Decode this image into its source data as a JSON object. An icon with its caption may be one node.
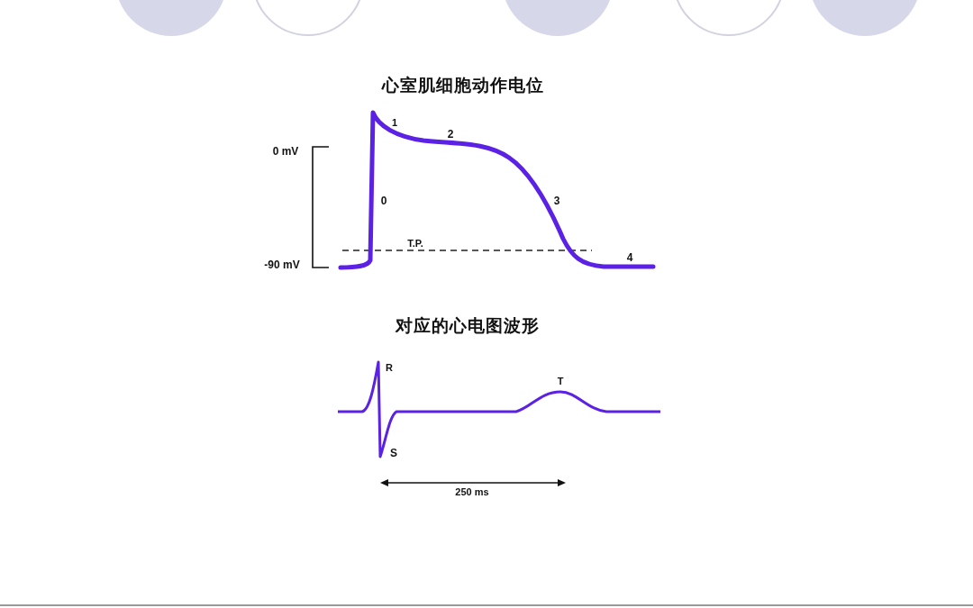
{
  "diagram": {
    "labels": [
      "心室肌细胞动作电位",
      "1",
      "2",
      "0 mV",
      "0",
      "3",
      "T.P.",
      "-90 mV",
      "4",
      "对应的心电图波形",
      "R",
      "T",
      "S",
      "250 ms"
    ]
  }
}
